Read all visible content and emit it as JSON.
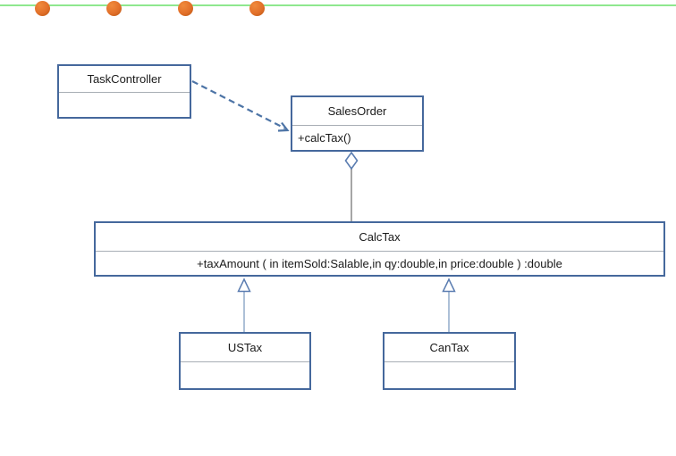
{
  "decoration": {
    "line_color": "#8FE88F",
    "dot_color": "#E2702A",
    "dot_count": 4
  },
  "colors": {
    "box_border": "#45689C",
    "box_fill": "#FFFFFF",
    "compartment_divider": "#A8AEB5",
    "dependency_line": "#4D74A6",
    "aggregation_line": "#A6A6A6",
    "generalization_line": "#8AA5C6",
    "arrowhead_outline": "#5B7DB1",
    "arrowhead_fill": "#FFFFFF",
    "text": "#1A1A1A"
  },
  "classes": {
    "task_controller": {
      "name": "TaskController",
      "members": ""
    },
    "sales_order": {
      "name": "SalesOrder",
      "members": "+calcTax()"
    },
    "calc_tax": {
      "name": "CalcTax",
      "members": "+taxAmount ( in itemSold:Salable,in qy:double,in price:double ) :double"
    },
    "us_tax": {
      "name": "USTax",
      "members": ""
    },
    "can_tax": {
      "name": "CanTax",
      "members": ""
    }
  },
  "relationships": [
    {
      "type": "dependency",
      "from": "TaskController",
      "to": "SalesOrder",
      "line": "dashed",
      "arrow": "open"
    },
    {
      "type": "aggregation",
      "whole": "SalesOrder",
      "part": "CalcTax",
      "marker": "hollow-diamond"
    },
    {
      "type": "generalization",
      "child": "USTax",
      "parent": "CalcTax",
      "marker": "hollow-triangle"
    },
    {
      "type": "generalization",
      "child": "CanTax",
      "parent": "CalcTax",
      "marker": "hollow-triangle"
    }
  ]
}
